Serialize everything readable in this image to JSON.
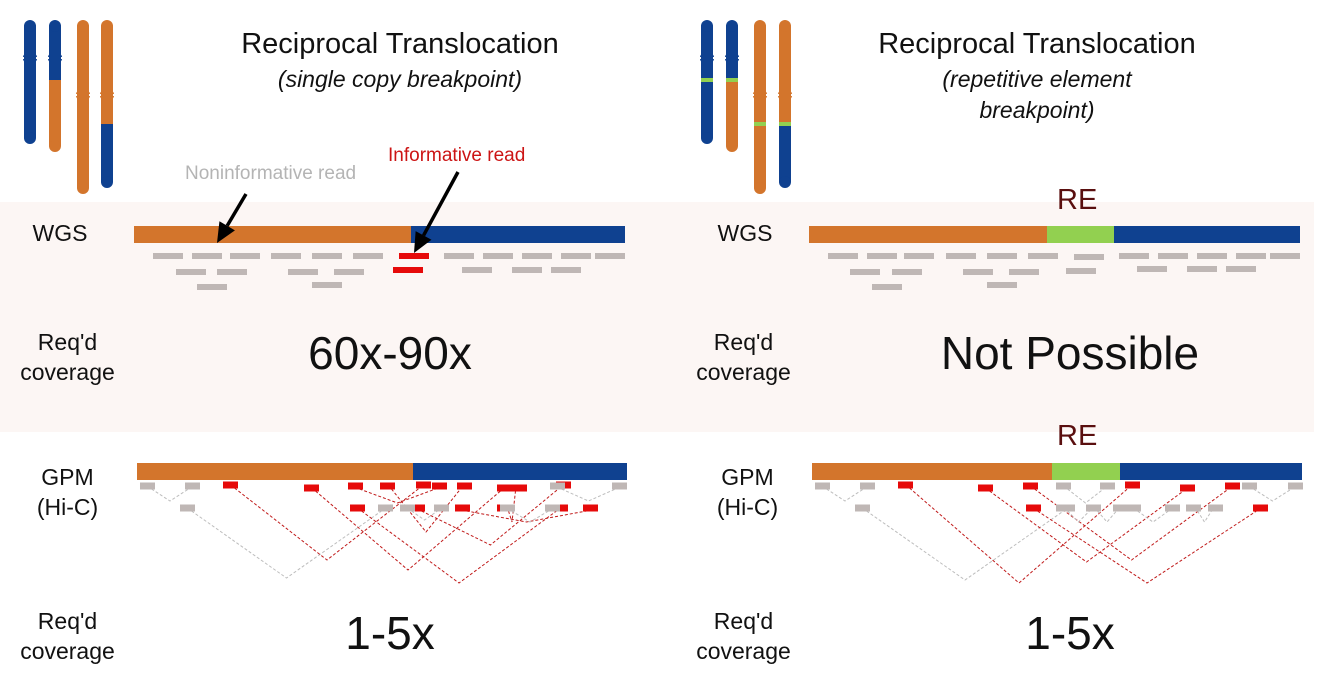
{
  "colors": {
    "chrA": "#0f4190",
    "chrB": "#d3752c",
    "re": "#92d050",
    "read": "#bfb7b5",
    "informative": "#e60a0a",
    "band": "#fcf6f4",
    "re_label": "#5a0f0f",
    "noninformative_label": "#b4b4b4",
    "informative_label": "#cc1414"
  },
  "panels": [
    {
      "id": "single-copy",
      "title": "Reciprocal Translocation",
      "subtitle_lines": [
        "(single copy breakpoint)"
      ],
      "wgs_label": "WGS",
      "wgs_coverage_label_lines": [
        "Req'd",
        "coverage"
      ],
      "wgs_coverage_value": "60x-90x",
      "gpm_label_lines": [
        "GPM",
        "(Hi-C)"
      ],
      "gpm_coverage_label_lines": [
        "Req'd",
        "coverage"
      ],
      "gpm_coverage_value": "1-5x",
      "re_label": null,
      "annotations": {
        "noninformative": "Noninformative read",
        "informative": "Informative read"
      }
    },
    {
      "id": "repetitive-element",
      "title": "Reciprocal Translocation",
      "subtitle_lines": [
        "(repetitive element",
        "breakpoint)"
      ],
      "wgs_label": "WGS",
      "wgs_coverage_label_lines": [
        "Req'd",
        "coverage"
      ],
      "wgs_coverage_value": "Not Possible",
      "gpm_label_lines": [
        "GPM",
        "(Hi-C)"
      ],
      "gpm_coverage_label_lines": [
        "Req'd",
        "coverage"
      ],
      "gpm_coverage_value": "1-5x",
      "re_label": "RE",
      "re_label_gpm": "RE"
    }
  ]
}
